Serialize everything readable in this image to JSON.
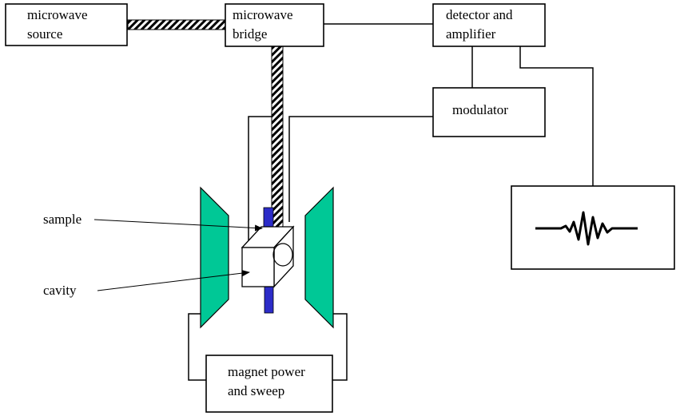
{
  "blocks": {
    "microwave_source": [
      "microwave",
      "source"
    ],
    "microwave_bridge": [
      "microwave",
      "bridge"
    ],
    "detector_amplifier": [
      "detector and",
      "amplifier"
    ],
    "modulator": [
      "modulator"
    ],
    "magnet_power_sweep": [
      "magnet power",
      "and sweep"
    ]
  },
  "labels": {
    "sample": "sample",
    "cavity": "cavity"
  },
  "colors": {
    "magnet_pole": "#00c896",
    "sample_tube": "#2c2cc8",
    "line": "#000000"
  }
}
